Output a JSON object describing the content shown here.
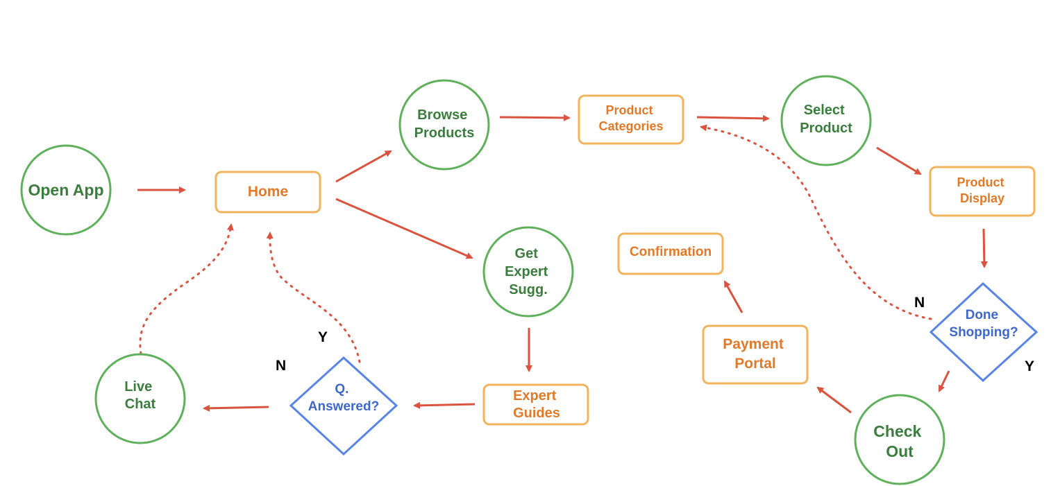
{
  "colors": {
    "circle_stroke": "#5fb05b",
    "circle_text": "#3a7d3d",
    "box_stroke": "#f2b35c",
    "box_text": "#e07a2a",
    "diamond_stroke": "#5884e6",
    "diamond_text": "#3d67c9",
    "arrow": "#d9533f",
    "yn_text": "#000000"
  },
  "nodes": {
    "open_app": [
      "Open App"
    ],
    "home": [
      "Home"
    ],
    "browse_products": [
      "Browse",
      "Products"
    ],
    "product_categories": [
      "Product",
      "Categories"
    ],
    "select_product": [
      "Select",
      "Product"
    ],
    "product_display": [
      "Product",
      "Display"
    ],
    "get_expert": [
      "Get",
      "Expert",
      "Sugg."
    ],
    "confirmation": [
      "Confirmation"
    ],
    "done_shopping": [
      "Done",
      "Shopping?"
    ],
    "payment_portal": [
      "Payment",
      "Portal"
    ],
    "live_chat": [
      "Live",
      "Chat"
    ],
    "q_answered": [
      "Q.",
      "Answered?"
    ],
    "expert_guides": [
      "Expert",
      "Guides"
    ],
    "check_out": [
      "Check",
      "Out"
    ]
  },
  "labels": {
    "n_done": "N",
    "y_done": "Y",
    "y_q": "Y",
    "n_q": "N"
  },
  "edges": [
    {
      "from": "open_app",
      "to": "home",
      "style": "solid"
    },
    {
      "from": "home",
      "to": "browse_products",
      "style": "solid"
    },
    {
      "from": "home",
      "to": "get_expert",
      "style": "solid"
    },
    {
      "from": "browse_products",
      "to": "product_categories",
      "style": "solid"
    },
    {
      "from": "product_categories",
      "to": "select_product",
      "style": "solid"
    },
    {
      "from": "select_product",
      "to": "product_display",
      "style": "solid"
    },
    {
      "from": "product_display",
      "to": "done_shopping",
      "style": "solid"
    },
    {
      "from": "done_shopping",
      "to": "product_categories",
      "style": "dotted",
      "label": "N"
    },
    {
      "from": "done_shopping",
      "to": "check_out",
      "style": "solid",
      "label": "Y"
    },
    {
      "from": "check_out",
      "to": "payment_portal",
      "style": "solid"
    },
    {
      "from": "payment_portal",
      "to": "confirmation",
      "style": "solid"
    },
    {
      "from": "get_expert",
      "to": "expert_guides",
      "style": "solid"
    },
    {
      "from": "expert_guides",
      "to": "q_answered",
      "style": "solid"
    },
    {
      "from": "q_answered",
      "to": "live_chat",
      "style": "solid",
      "label": "N"
    },
    {
      "from": "q_answered",
      "to": "home",
      "style": "dotted",
      "label": "Y"
    },
    {
      "from": "live_chat",
      "to": "home",
      "style": "dotted"
    }
  ]
}
